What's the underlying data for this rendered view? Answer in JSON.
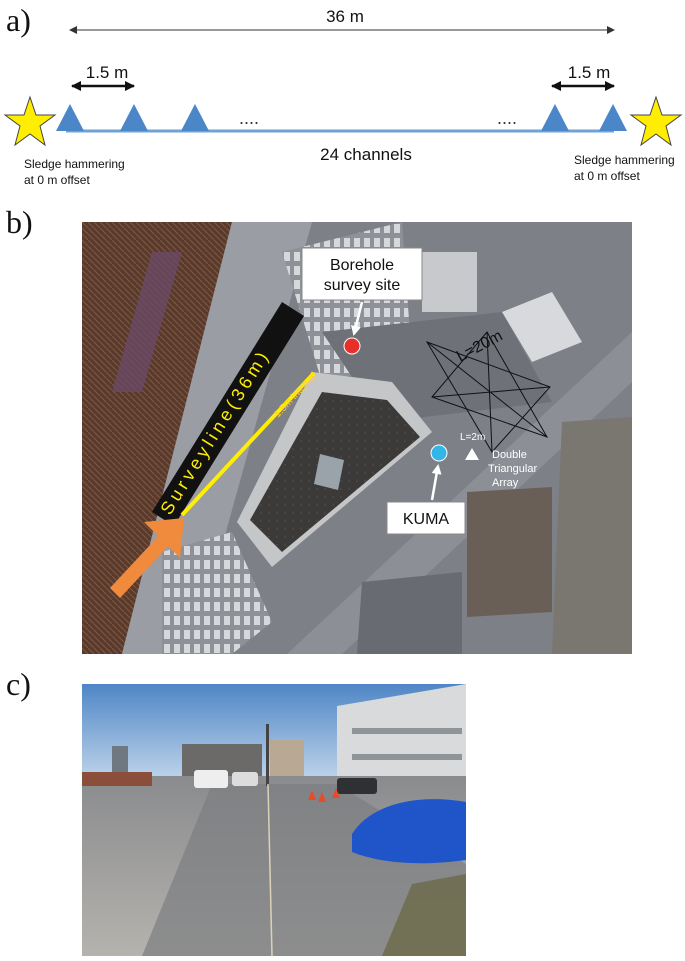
{
  "panels": {
    "a": {
      "label": "a)",
      "total_length": "36 m",
      "spacing_left": "1.5 m",
      "spacing_right": "1.5 m",
      "ellipsis": "....",
      "channels": "24 channels",
      "source_left_line1": "Sledge hammering",
      "source_left_line2": "at 0 m offset",
      "source_right_line1": "Sledge hammering",
      "source_right_line2": "at 0 m offset"
    },
    "b": {
      "label": "b)",
      "borehole_line1": "Borehole",
      "borehole_line2": "survey site",
      "survey_line": "Surveyline(36m)",
      "interval": "1.5m interval",
      "array_size_large": "L=20m",
      "array_size_small": "L=2m",
      "array_line1": "Double",
      "array_line2": "Triangular",
      "array_line3": "Array",
      "station": "KUMA"
    },
    "c": {
      "label": "c)"
    }
  },
  "colors": {
    "receiver_triangle": "#4a86c8",
    "survey_cable": "#6fa3d6",
    "source_star": "#ffee00",
    "survey_line_highlight": "#ffee00",
    "borehole_marker": "#e8302a",
    "station_marker": "#33b5e8",
    "arrow": "#f08a3c"
  }
}
